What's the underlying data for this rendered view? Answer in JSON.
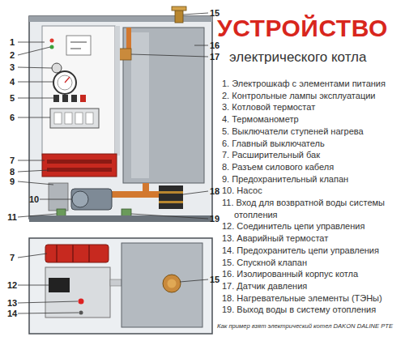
{
  "diagram": {
    "title": "УСТРОЙСТВО",
    "caption": "Как пример взят электрический котел DAKON DALINE PTE",
    "labels": [
      "электрического котла",
      "1. Электрошкаф с элементами питания",
      "2. Контрольные лампы эксплуатации",
      "3. Котловой термостат",
      "4. Термоманометр",
      "5. Выключатели ступеней нагрева",
      "6. Главный выключатель",
      "7. Расширительный бак",
      "8. Разъем силового кабеля",
      "9. Предохранительный клапан",
      "10. Насос",
      "11. Вход для возвратной воды системы отопления",
      "12. Соединитель цепи управления",
      "13. Аварийный термостат",
      "14. Предохранитель цепи управления",
      "15. Спускной клапан",
      "16. Изолированный корпус котла",
      "17. Датчик давления",
      "18. Нагревательные элементы (ТЭНы)",
      "19. Выход воды в систему отопления",
      "1",
      "2",
      "3",
      "4",
      "5",
      "6",
      "7",
      "8",
      "9",
      "10",
      "11",
      "15",
      "16",
      "17",
      "18",
      "19",
      "7",
      "12",
      "13",
      "14",
      "15"
    ]
  }
}
